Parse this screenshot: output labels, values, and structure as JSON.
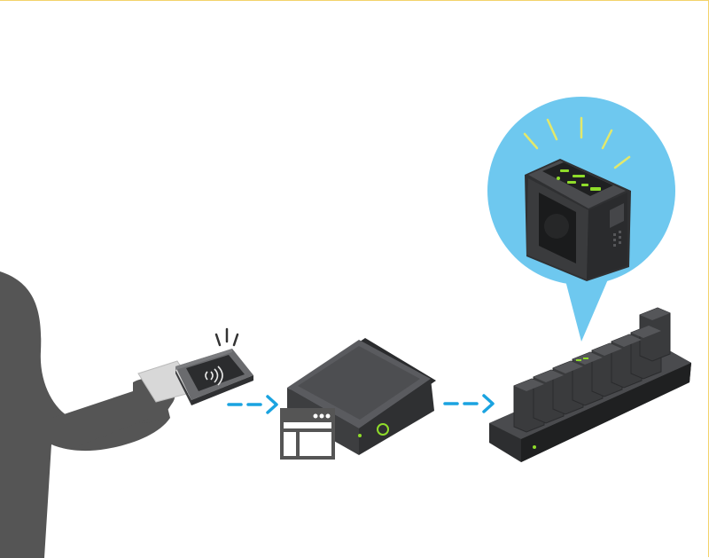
{
  "diagram": {
    "steps": [
      {
        "id": "tap-card",
        "icon": "nfc-card-reader-icon"
      },
      {
        "id": "hub",
        "icon": "network-hub-icon"
      },
      {
        "id": "dock",
        "icon": "camera-dock-icon"
      }
    ],
    "zoom_callout": {
      "icon": "body-camera-icon",
      "highlight": "led-status-display"
    }
  },
  "colors": {
    "silhouette": "#555555",
    "device_dark": "#3a3b3d",
    "device_mid": "#4a4b4e",
    "device_top": "#5a5b5f",
    "arrow": "#1aa3e0",
    "callout_bg": "#6ec8ef",
    "led_green": "#8fdc2a",
    "frame_border": "#f3d36b"
  }
}
